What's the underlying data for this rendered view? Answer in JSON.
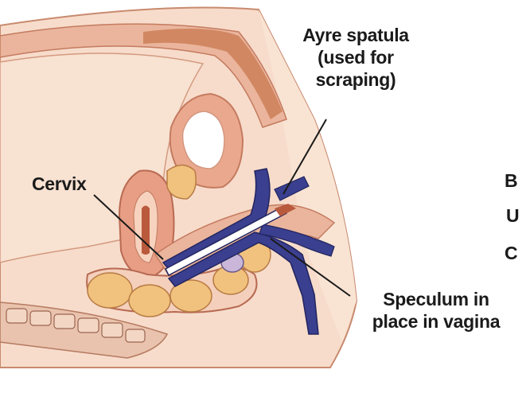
{
  "labels": {
    "ayre_spatula_line1": "Ayre spatula",
    "ayre_spatula_line2": "(used for",
    "ayre_spatula_line3": "scraping)",
    "cervix": "Cervix",
    "speculum_line1": "Speculum in",
    "speculum_line2": "place in vagina",
    "cut_b": "B",
    "cut_u": "U",
    "cut_c": "C"
  },
  "colors": {
    "tissue_light": "#f6d9c6",
    "tissue_mid": "#eab59c",
    "tissue_dark": "#d98f74",
    "bowel": "#f1c27d",
    "speculum": "#3b3f8f",
    "spatula_highlight": "#ffffff",
    "fat": "#c8784f"
  }
}
